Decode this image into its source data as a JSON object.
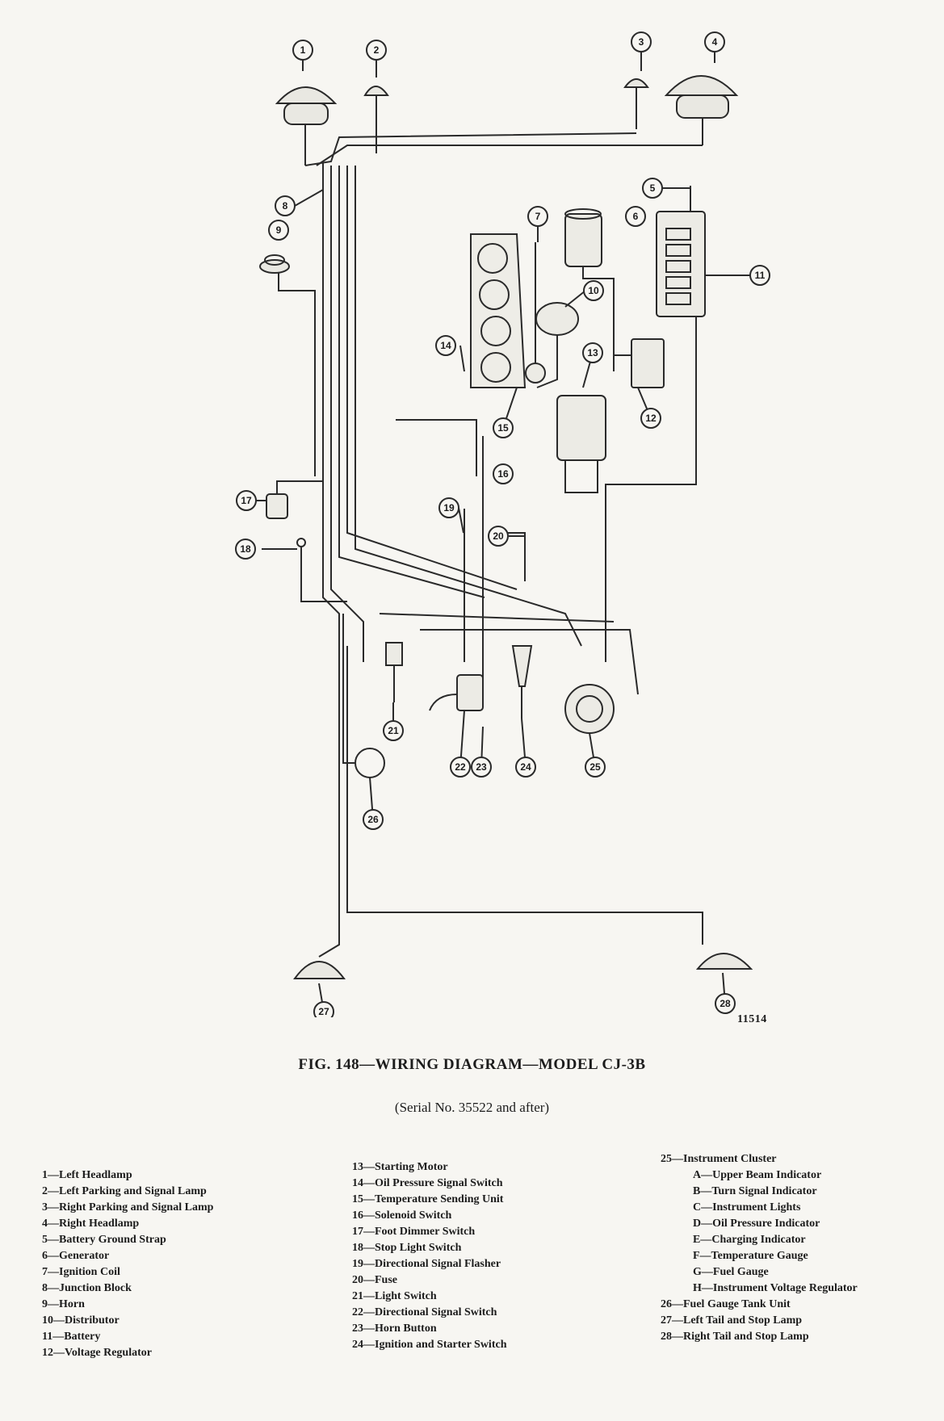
{
  "figure": {
    "number": "11514",
    "title": "FIG. 148—WIRING DIAGRAM—MODEL CJ-3B",
    "subtitle": "(Serial No. 35522 and after)"
  },
  "callouts": [
    "1",
    "2",
    "3",
    "4",
    "5",
    "6",
    "7",
    "8",
    "9",
    "10",
    "11",
    "12",
    "13",
    "14",
    "15",
    "16",
    "17",
    "18",
    "19",
    "20",
    "21",
    "22",
    "23",
    "24",
    "25",
    "26",
    "27",
    "28"
  ],
  "legend": {
    "col1": [
      "1—Left Headlamp",
      "2—Left Parking and Signal Lamp",
      "3—Right Parking and Signal Lamp",
      "4—Right Headlamp",
      "5—Battery Ground Strap",
      "6—Generator",
      "7—Ignition Coil",
      "8—Junction Block",
      "9—Horn",
      "10—Distributor",
      "11—Battery",
      "12—Voltage Regulator"
    ],
    "col2": [
      "13—Starting Motor",
      "14—Oil Pressure Signal Switch",
      "15—Temperature Sending Unit",
      "16—Solenoid Switch",
      "17—Foot Dimmer Switch",
      "18—Stop Light Switch",
      "19—Directional Signal Flasher",
      "20—Fuse",
      "21—Light Switch",
      "22—Directional Signal Switch",
      "23—Horn Button",
      "24—Ignition and Starter Switch"
    ],
    "col3": [
      "25—Instrument Cluster",
      "A—Upper Beam Indicator",
      "B—Turn Signal Indicator",
      "C—Instrument Lights",
      "D—Oil Pressure Indicator",
      "E—Charging Indicator",
      "F—Temperature Gauge",
      "G—Fuel Gauge",
      "H—Instrument Voltage Regulator",
      "26—Fuel Gauge Tank Unit",
      "27—Left Tail and Stop Lamp",
      "28—Right Tail and Stop Lamp"
    ]
  }
}
